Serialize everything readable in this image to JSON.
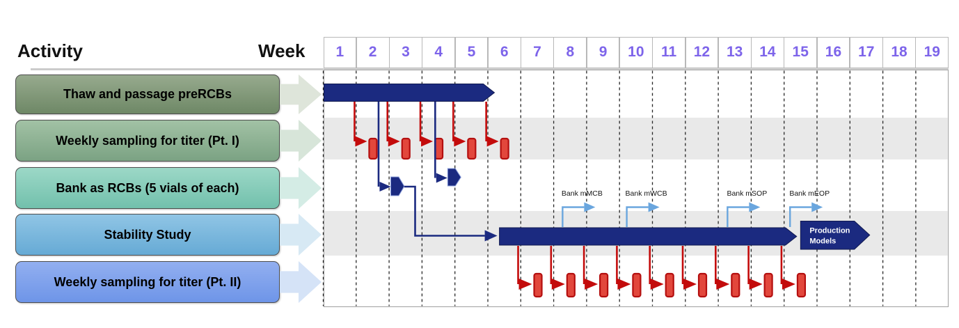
{
  "header": {
    "activity_label": "Activity",
    "week_label": "Week"
  },
  "colors": {
    "week_number": "#7d64ea",
    "navy": "#1b2a80",
    "navy_dark": "#10194f",
    "red": "#c30b0b",
    "vial_fill": "#e2473c",
    "vial_border": "#b40f0f",
    "milestone_blue": "#6aa6de",
    "band_gray": "#e9e9e9",
    "grid": "#262626",
    "label_dark": "#141414"
  },
  "chart_data": {
    "type": "gantt",
    "x_axis": {
      "label": "Week",
      "unit": "week",
      "ticks": [
        "1",
        "2",
        "3",
        "4",
        "5",
        "6",
        "7",
        "8",
        "9",
        "10",
        "11",
        "12",
        "13",
        "14",
        "15",
        "16",
        "17",
        "18",
        "19"
      ]
    },
    "rows": [
      {
        "activity": "Thaw and passage preRCBs",
        "box": {
          "fill_top": "#97aa8e",
          "fill_bottom": "#6e8866",
          "arrow_fill": "#dee5da"
        },
        "bar": {
          "start_week": 1.0,
          "end_week": 6.2,
          "color": "#1b2a80"
        }
      },
      {
        "activity": "Weekly sampling for titer (Pt. I)",
        "box": {
          "fill_top": "#a2c2a5",
          "fill_bottom": "#7ba283",
          "arrow_fill": "#d7e5d9"
        },
        "samples": {
          "marker": "red-vial",
          "weeks": [
            1.95,
            2.95,
            3.95,
            4.95,
            5.95
          ]
        }
      },
      {
        "activity": "Bank as RCBs (5 vials of each)",
        "box": {
          "fill_top": "#9cd8c7",
          "fill_bottom": "#72c0ac",
          "arrow_fill": "#d4ece5"
        },
        "bank_events": [
          {
            "from_week": 2.68,
            "marker_week": 3.05
          },
          {
            "from_week": 4.4,
            "marker_week": 4.78
          }
        ],
        "connector_to_week": 6.33
      },
      {
        "activity": "Stability Study",
        "box": {
          "fill_top": "#90c5e5",
          "fill_bottom": "#66aad5",
          "arrow_fill": "#d7e9f4"
        },
        "bar": {
          "start_week": 6.33,
          "end_week": 15.38,
          "color": "#1b2a80"
        },
        "milestones": [
          {
            "label": "Bank mMCB",
            "week": 8.27
          },
          {
            "label": "Bank mWCB",
            "week": 10.22
          },
          {
            "label": "Bank mSOP",
            "week": 13.28
          },
          {
            "label": "Bank mEOP",
            "week": 15.18
          }
        ],
        "end_marker": {
          "label": "Production Models",
          "label_lines": [
            "Production",
            "Models"
          ],
          "start_week": 15.5,
          "end_week": 17.6
        }
      },
      {
        "activity": "Weekly sampling for titer (Pt. II)",
        "box": {
          "fill_top": "#92aff0",
          "fill_bottom": "#6e95e8",
          "arrow_fill": "#d5e3f7"
        },
        "samples": {
          "marker": "red-vial",
          "weeks": [
            6.92,
            7.92,
            8.92,
            9.92,
            10.92,
            11.92,
            12.92,
            13.92,
            14.92
          ]
        }
      }
    ]
  }
}
